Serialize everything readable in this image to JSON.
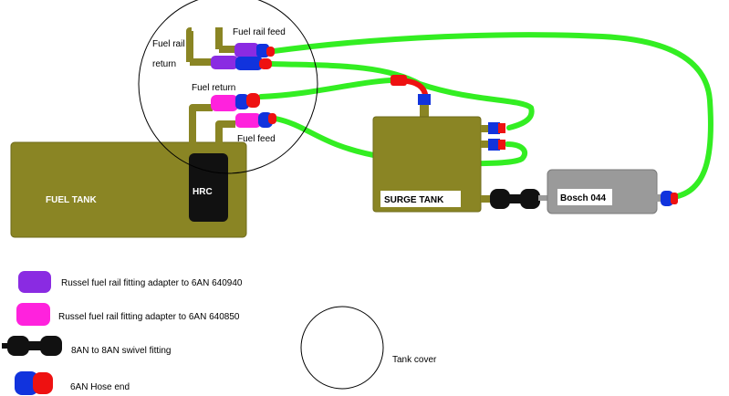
{
  "colors": {
    "tank": "#8a8524",
    "tank_edge": "#6e6a1a",
    "hose": "#33ee22",
    "hose_edge": "#1f9a14",
    "red_hose": "#ee1111",
    "pump": "#9a9a9a",
    "purple": "#8a2be2",
    "pink": "#ff22dd",
    "blue": "#1133dd",
    "red": "#ee1111",
    "black": "#111111"
  },
  "labels": {
    "fuel_tank": "FUEL TANK",
    "hrc": "HRC",
    "surge_tank": "SURGE TANK",
    "pump": "Bosch 044",
    "fuel_rail_return": [
      "Fuel rail",
      "return"
    ],
    "fuel_rail_feed": "Fuel rail feed",
    "fuel_return": "Fuel return",
    "fuel_feed": "Fuel feed"
  },
  "legend": {
    "purple_fitting": "Russel fuel rail fitting adapter to 6AN   640940",
    "pink_fitting": "Russel fuel rail fitting adapter to 6AN   640850",
    "swivel": "8AN to 8AN swivel fitting",
    "hose_end": "6AN Hose end",
    "tank_cover": "Tank cover"
  },
  "icons": [
    "purple-fitting-icon",
    "pink-fitting-icon",
    "swivel-fitting-icon",
    "hose-end-icon",
    "tank-cover-icon"
  ]
}
